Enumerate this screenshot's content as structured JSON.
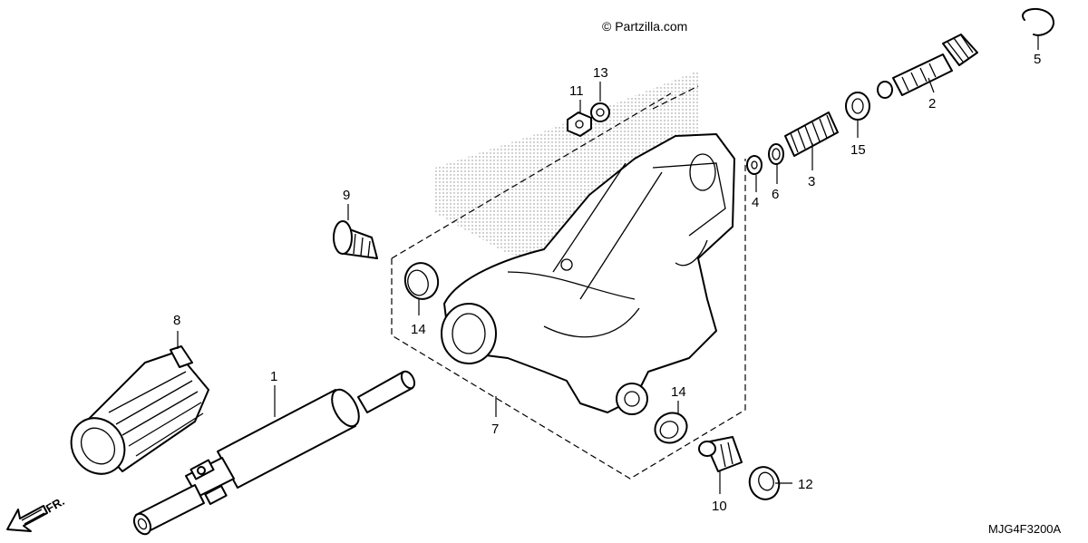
{
  "watermark": "© Partzilla.com",
  "diagram_code": "MJG4F3200A",
  "front_arrow": "FR.",
  "callouts": {
    "c1": "1",
    "c2": "2",
    "c3": "3",
    "c4": "4",
    "c5": "5",
    "c6": "6",
    "c7": "7",
    "c8": "8",
    "c9": "9",
    "c10": "10",
    "c11": "11",
    "c12": "12",
    "c13": "13",
    "c14a": "14",
    "c14b": "14",
    "c15": "15"
  }
}
